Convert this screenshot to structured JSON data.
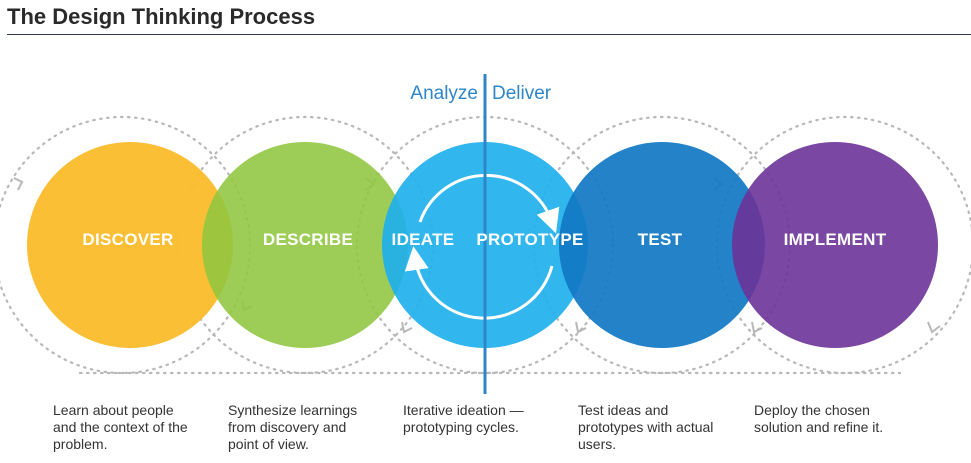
{
  "title": "The Design Thinking Process",
  "phases": {
    "left": "Analyze",
    "right": "Deliver"
  },
  "stages": [
    {
      "label": "DISCOVER",
      "color": "#fbbd2e"
    },
    {
      "label": "DESCRIBE",
      "color": "#8fc63f"
    },
    {
      "label": "IDEATE",
      "color": "#1fb0ec"
    },
    {
      "label": "PROTOTYPE",
      "color": "#1fb0ec"
    },
    {
      "label": "TEST",
      "color": "#1279c4"
    },
    {
      "label": "IMPLEMENT",
      "color": "#6b3398"
    }
  ],
  "descriptions": [
    {
      "lines": [
        "Learn about people",
        "and the context of the",
        "problem."
      ]
    },
    {
      "lines": [
        "Synthesize learnings",
        "from discovery and",
        "point of view."
      ]
    },
    {
      "lines": [
        "Iterative ideation —",
        "prototyping cycles."
      ]
    },
    {
      "lines": [
        "Test ideas and",
        "prototypes with actual",
        "users."
      ]
    },
    {
      "lines": [
        "Deploy the chosen",
        "solution and refine it."
      ]
    }
  ],
  "colors": {
    "divider": "#2e86c9",
    "dotted_ring": "#b8b8b8",
    "cycle_arrow": "#ffffff"
  }
}
